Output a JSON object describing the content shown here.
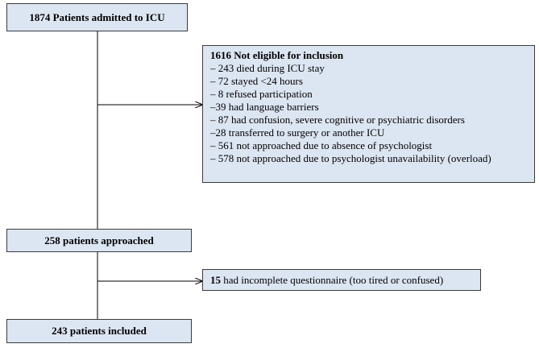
{
  "boxes": {
    "admitted": "1874 Patients admitted to ICU",
    "approached": "258 patients approached",
    "included": "243 patients included"
  },
  "excluded": {
    "title": "1616 Not eligible for inclusion",
    "items": [
      "– 243 died during ICU stay",
      "– 72 stayed <24 hours",
      "– 8 refused participation",
      "–39 had language barriers",
      "– 87 had confusion, severe cognitive or psychiatric disorders",
      "–28 transferred to surgery or another ICU",
      "– 561 not approached due to absence of psychologist",
      "– 578 not approached due to psychologist unavailability (overload)"
    ]
  },
  "incomplete": {
    "count": "15",
    "text": " had incomplete questionnaire (too tired or confused)"
  }
}
